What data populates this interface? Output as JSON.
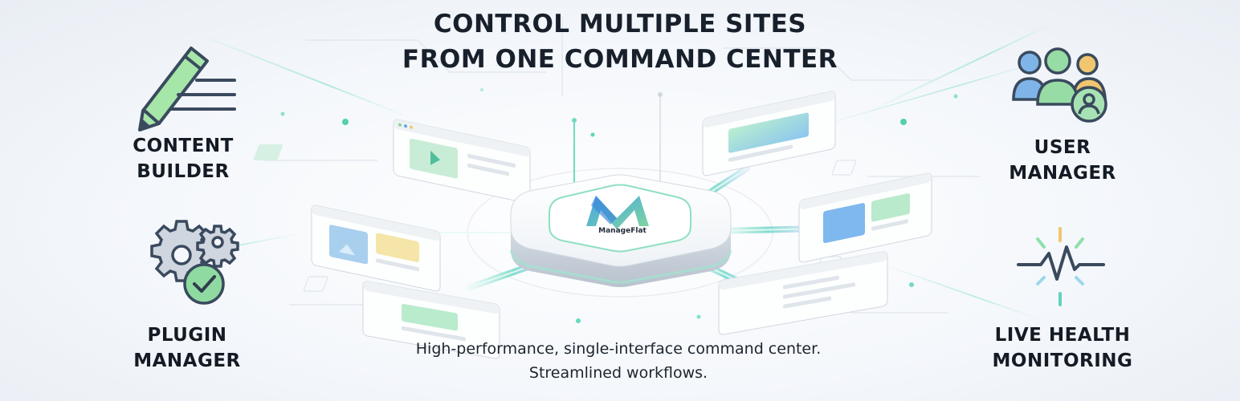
{
  "title": {
    "line1": "CONTROL MULTIPLE SITES",
    "line2": "FROM ONE COMMAND CENTER"
  },
  "features": {
    "content_builder": {
      "line1": "CONTENT",
      "line2": "BUILDER",
      "icon": "pencil-icon"
    },
    "plugin_manager": {
      "line1": "PLUGIN",
      "line2": "MANAGER",
      "icon": "gears-check-icon"
    },
    "user_manager": {
      "line1": "USER",
      "line2": "MANAGER",
      "icon": "users-icon"
    },
    "live_health": {
      "line1": "LIVE HEALTH",
      "line2": "MONITORING",
      "icon": "heartbeat-icon"
    }
  },
  "hub": {
    "brand": "ManageFlat",
    "icon": "brand-logo-icon"
  },
  "tagline": {
    "line1": "High-performance, single-interface command center.",
    "line2": "Streamlined workflows."
  },
  "colors": {
    "text": "#17202b",
    "green": "#7fd68f",
    "teal": "#3fb9b4",
    "blue": "#5ea6e6",
    "outline": "#3a4a5e"
  }
}
